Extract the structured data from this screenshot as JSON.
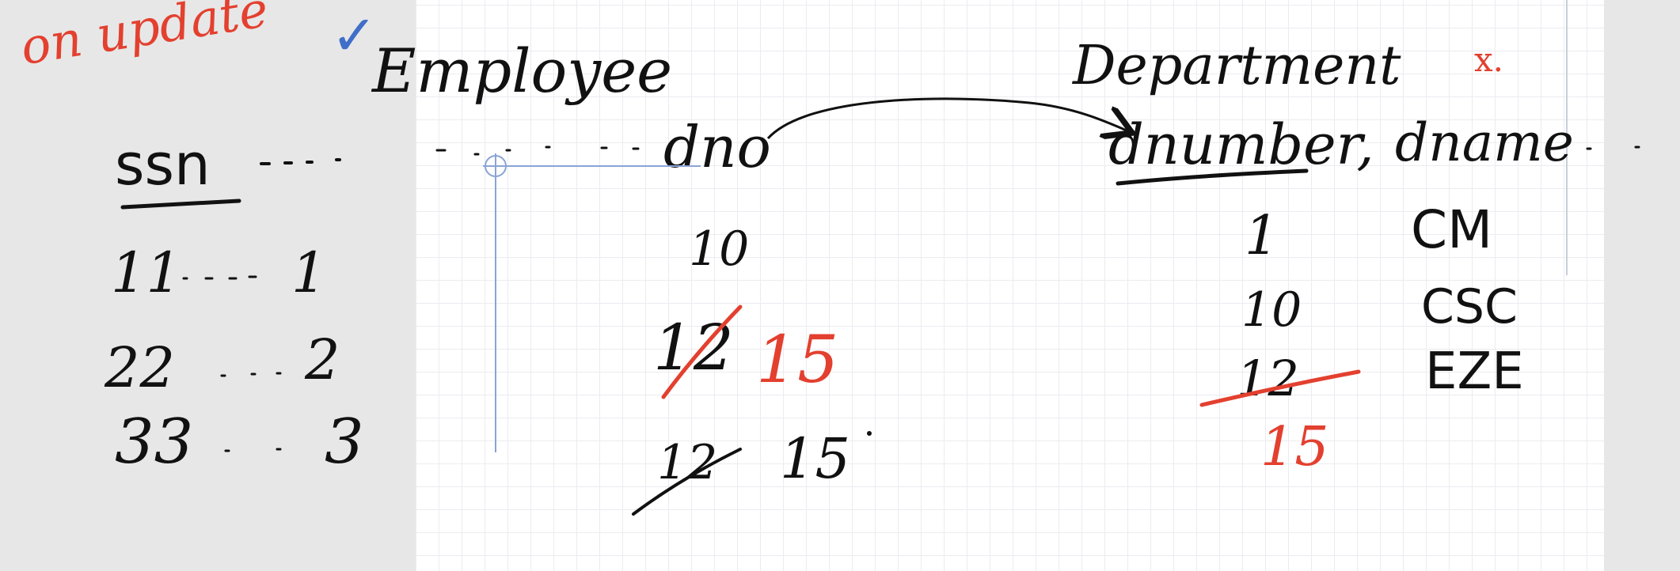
{
  "colors": {
    "ink": "#111111",
    "red_ink": "#e3402f",
    "blue_ink": "#3f6fc8",
    "margin": "#e7e7e7",
    "page": "#ffffff",
    "grid": "#ececf1"
  },
  "left_note": {
    "title": "on update",
    "checkmark": "✓",
    "key_label": "ssn",
    "rows": [
      {
        "ssn": "11",
        "value": "1"
      },
      {
        "ssn": "22",
        "value": "2"
      },
      {
        "ssn": "33",
        "value": "3"
      }
    ]
  },
  "employee": {
    "title": "Employee",
    "column": "dno",
    "values": [
      {
        "old": "10",
        "new": ""
      },
      {
        "old": "12",
        "new": "15"
      },
      {
        "old": "12",
        "new": "15"
      }
    ]
  },
  "department": {
    "title": "Department",
    "cross_mark": "x.",
    "columns": [
      "dnumber,",
      "dname"
    ],
    "rows": [
      {
        "dnumber": "1",
        "dname": "CM"
      },
      {
        "dnumber": "10",
        "dname": "CSC"
      },
      {
        "dnumber": "12",
        "new_dnumber": "15",
        "dname": "EZE"
      }
    ]
  },
  "icons": [
    "checkmark-icon",
    "arrow-icon",
    "crosshair-cursor-icon"
  ]
}
